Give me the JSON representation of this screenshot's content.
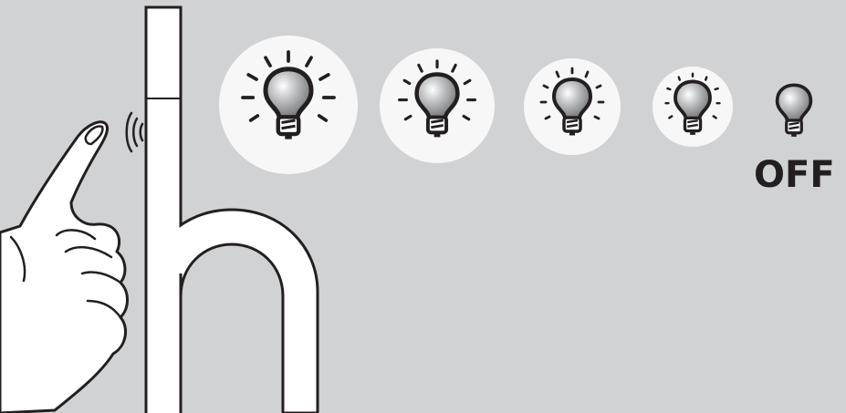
{
  "states": [
    {
      "name": "level-5",
      "brightness": 1.0
    },
    {
      "name": "level-4",
      "brightness": 0.8
    },
    {
      "name": "level-3",
      "brightness": 0.6
    },
    {
      "name": "level-2",
      "brightness": 0.4
    },
    {
      "name": "off",
      "brightness": 0.0
    }
  ],
  "off_label": "OFF",
  "colors": {
    "background": "#d1d2d4",
    "glow": "#f7f7f7",
    "outline": "#231f20",
    "bulb_fill": "#a7a9ac"
  },
  "icons": [
    "hand-icon",
    "touch-signal-icon",
    "lamp-pole",
    "light-bulb-icon"
  ]
}
